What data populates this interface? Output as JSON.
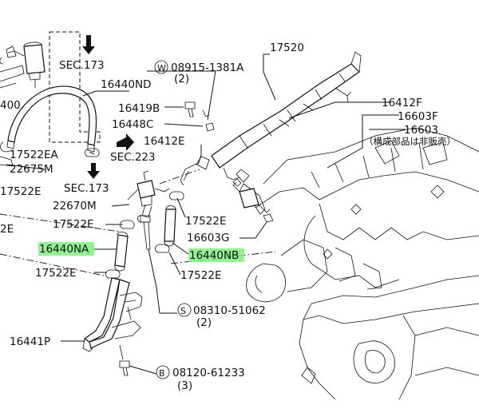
{
  "labels": {
    "p17520": "17520",
    "sec173_top": "SEC.173",
    "p16440nd": "16440ND",
    "w_bolt": "08915-1381A",
    "w_bolt_qty": "(2)",
    "w_circle": "W",
    "p16419b": "16419B",
    "p16448c": "16448C",
    "p16412f": "16412F",
    "p16603f": "16603F",
    "p16603": "16603",
    "jp_note": "（構成部品は非販売）",
    "p400": "400",
    "p17522ea": "17522EA",
    "p22675m": "22675M",
    "p16412e": "16412E",
    "sec223": "SEC.223",
    "p17522e_left": "17522E",
    "sec173_mid": "SEC.173",
    "p22670m": "22670M",
    "p2e": "2E",
    "p17522e_a": "17522E",
    "p17522e_b": "17522E",
    "p16603g": "16603G",
    "p16440na": "16440NA",
    "p16440nb": "16440NB",
    "p17522e_c": "17522E",
    "p17522e_d": "17522E",
    "s_bolt": "08310-51062",
    "s_circle": "S",
    "s_bolt_qty": "(2)",
    "p16441p": "16441P",
    "b_bolt": "08120-61233",
    "b_circle": "B",
    "b_bolt_qty": "(3)"
  },
  "colors": {
    "highlight": "#7cf07c",
    "ink": "#111111"
  }
}
